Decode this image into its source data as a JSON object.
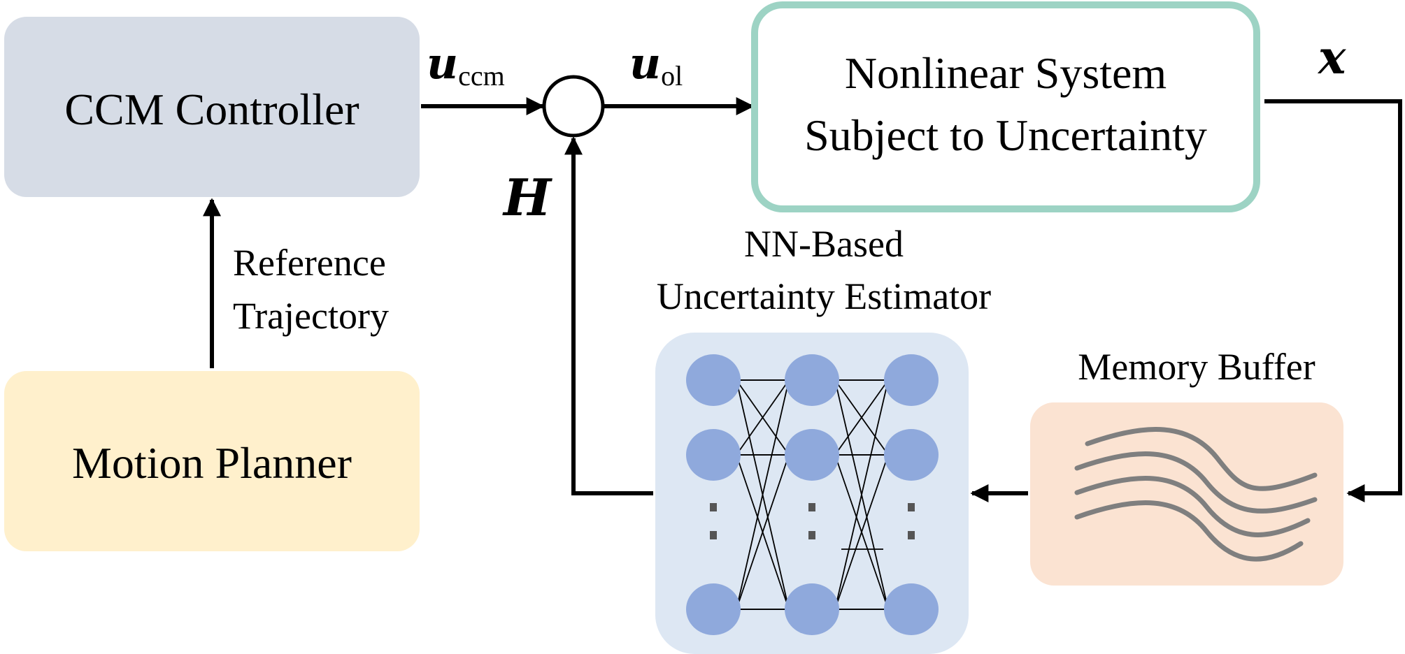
{
  "blocks": {
    "ccm_controller": {
      "label": "CCM Controller",
      "fill": "#d6dce6"
    },
    "motion_planner": {
      "label": "Motion Planner",
      "fill": "#fff0cc"
    },
    "nonlinear_system": {
      "line1": "Nonlinear System",
      "line2": "Subject to Uncertainty",
      "stroke": "#9dd3c4"
    },
    "nn_estimator": {
      "title_line1": "NN-Based",
      "title_line2": "Uncertainty Estimator",
      "fill": "#dde7f3",
      "node_color": "#8fa9dc"
    },
    "memory_buffer": {
      "title": "Memory Buffer",
      "fill": "#fbe3d2",
      "curve_color": "#7f7f7f"
    }
  },
  "signals": {
    "u_ccm": {
      "symbol": "u",
      "subscript": "ccm"
    },
    "u_ol": {
      "symbol": "u",
      "subscript": "ol"
    },
    "x": {
      "symbol": "x"
    },
    "H": {
      "symbol": "H"
    }
  },
  "reference": {
    "line1": "Reference",
    "line2": "Trajectory"
  }
}
